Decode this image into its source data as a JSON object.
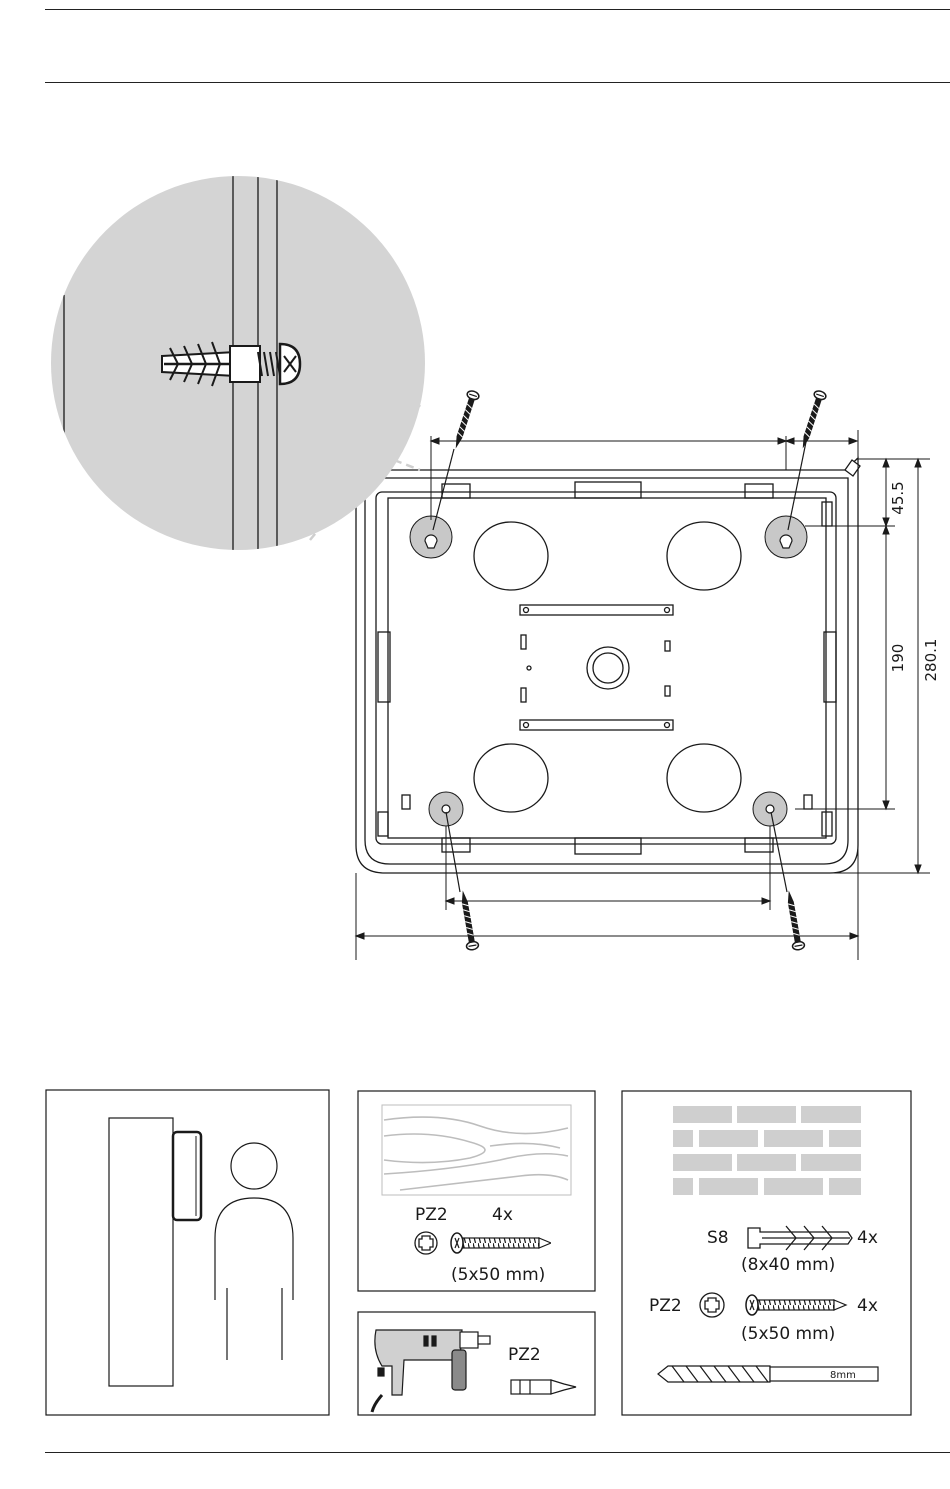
{
  "dimensions": {
    "top_offset": "45.5",
    "hole_spacing_vertical": "190",
    "total_height": "280.1"
  },
  "wood_panel": {
    "bit": "PZ2",
    "screw_qty": "4x",
    "screw_size": "(5x50 mm)"
  },
  "drill_panel": {
    "bit": "PZ2"
  },
  "brick_panel": {
    "plug_type": "S8",
    "plug_qty": "4x",
    "plug_size": "(8x40 mm)",
    "bit": "PZ2",
    "screw_qty": "4x",
    "screw_size": "(5x50 mm)",
    "drill_bit_size": "8mm"
  },
  "colors": {
    "line": "#1a1a1a",
    "magnifier_fill": "#d4d4d4",
    "brick_fill": "#cfcfcf",
    "mount_pad_fill": "#c8c8c8"
  }
}
